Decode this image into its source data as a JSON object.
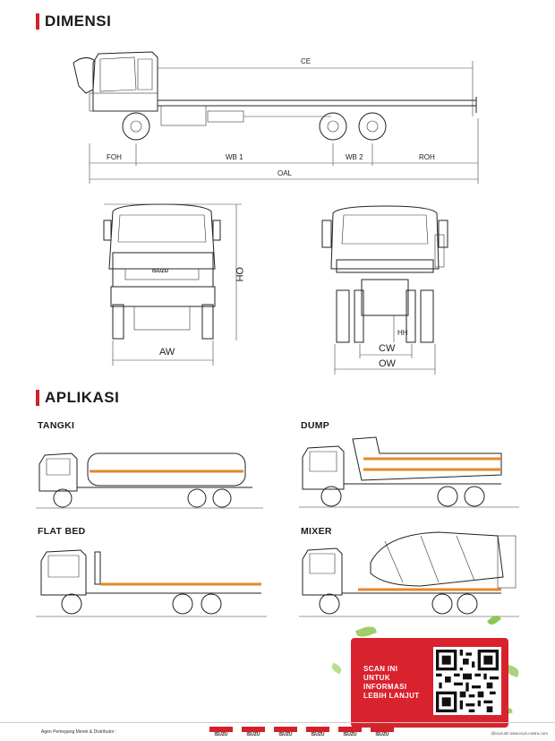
{
  "sections": {
    "dimensions_title": "DIMENSI",
    "applications_title": "APLIKASI"
  },
  "dimension_labels": {
    "ce": "CE",
    "foh": "FOH",
    "wb1": "WB 1",
    "wb2": "WB 2",
    "roh": "ROH",
    "oal": "OAL",
    "oh": "OH",
    "aw": "AW",
    "hh": "HH",
    "cw": "CW",
    "ow": "OW",
    "grille_badge": "ISUZU"
  },
  "applications": [
    {
      "label": "TANGKI"
    },
    {
      "label": "DUMP"
    },
    {
      "label": "FLAT BED"
    },
    {
      "label": "MIXER"
    }
  ],
  "qr_card": {
    "line1": "SCAN INI",
    "line2": "UNTUK",
    "line3": "INFORMASI",
    "line4": "LEBIH LANJUT",
    "bg_color": "#d8222e"
  },
  "footer": {
    "distributor_text": "Agen Pemegang Merek & Distributor :",
    "logos": [
      "ISUZU",
      "ISUZU",
      "ISUZU",
      "ISUZU",
      "ISUZU",
      "ISUZU"
    ],
    "social_text": "@isuzuID   www.isuzu-astra.com"
  },
  "colors": {
    "accent": "#d4202a",
    "body_stripe": "#e08a2c"
  }
}
